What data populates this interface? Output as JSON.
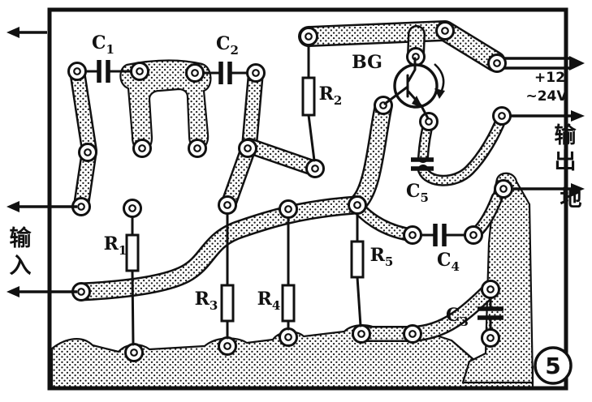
{
  "figure_number": "5",
  "colors": {
    "ink": "#111111",
    "paper": "#ffffff"
  },
  "component_labels": {
    "c1": {
      "base": "C",
      "sub": "1"
    },
    "c2": {
      "base": "C",
      "sub": "2"
    },
    "c3": {
      "base": "C",
      "sub": "3"
    },
    "c4": {
      "base": "C",
      "sub": "4"
    },
    "c5": {
      "base": "C",
      "sub": "5"
    },
    "r1": {
      "base": "R",
      "sub": "1"
    },
    "r2": {
      "base": "R",
      "sub": "2"
    },
    "r3": {
      "base": "R",
      "sub": "3"
    },
    "r4": {
      "base": "R",
      "sub": "4"
    },
    "r5": {
      "base": "R",
      "sub": "5"
    },
    "transistor": "BG"
  },
  "terminals": {
    "input": {
      "char1": "输",
      "char2": "入"
    },
    "output": {
      "char1": "输",
      "char2": "出"
    },
    "ground": "地",
    "power": {
      "line1": "+12",
      "line2": "~24V"
    }
  }
}
